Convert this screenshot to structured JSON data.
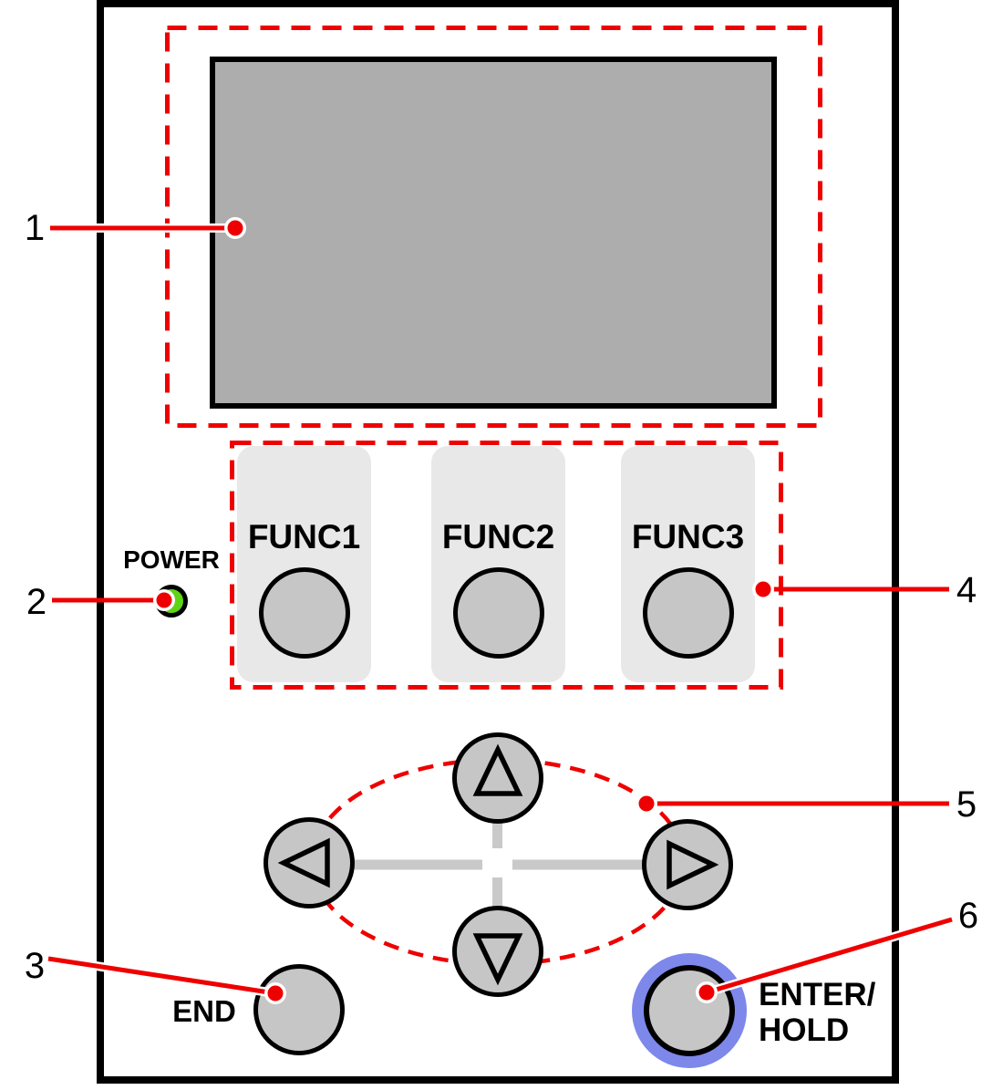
{
  "panel": {
    "power_label": "POWER",
    "func_keys": [
      {
        "label": "FUNC1"
      },
      {
        "label": "FUNC2"
      },
      {
        "label": "FUNC3"
      }
    ],
    "arrow_keys": [
      "up",
      "left",
      "right",
      "down"
    ],
    "end_key": {
      "label": "END"
    },
    "enter_key": {
      "label_line1": "ENTER/",
      "label_line2": "HOLD"
    }
  },
  "callouts": [
    {
      "number": "1"
    },
    {
      "number": "2"
    },
    {
      "number": "3"
    },
    {
      "number": "4"
    },
    {
      "number": "5"
    },
    {
      "number": "6"
    }
  ],
  "colors": {
    "callout_red": "#ee0000",
    "led_green": "#5fd414",
    "enter_ring_blue": "#7d88ea",
    "screen_gray": "#adadad",
    "button_gray": "#c6c6c6",
    "key_tab_gray": "#e8e8e8",
    "cross_gray": "#c9c9c9"
  }
}
